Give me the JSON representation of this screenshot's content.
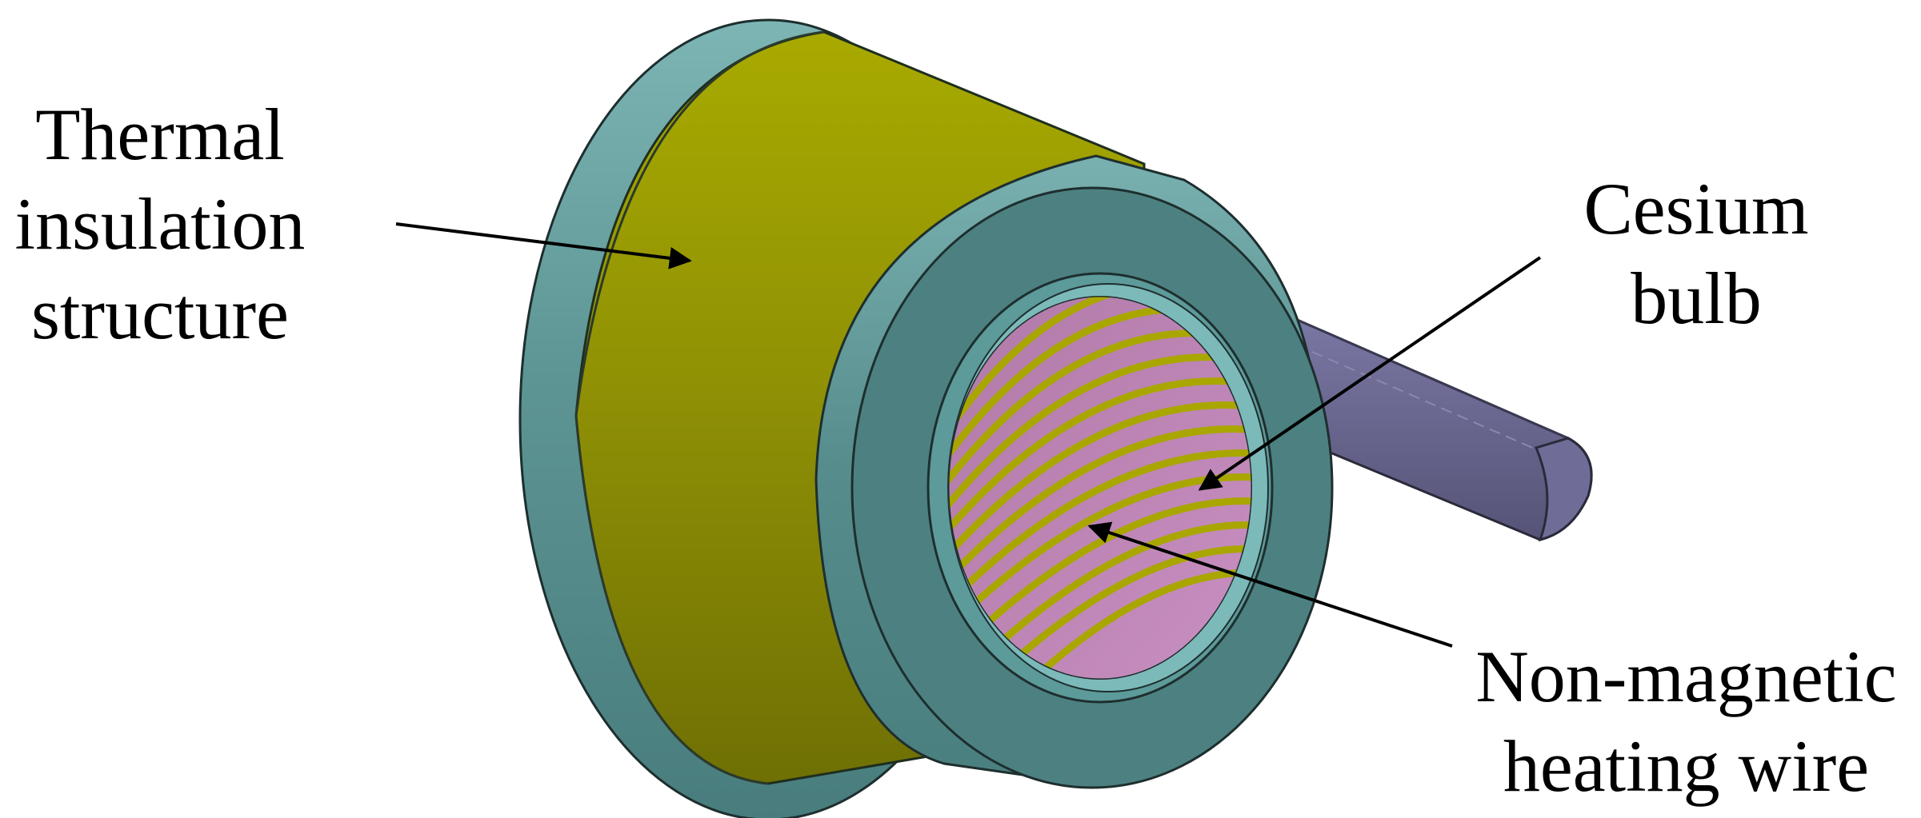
{
  "labels": {
    "thermal_insulation": {
      "line1": "Thermal",
      "line2": "insulation",
      "line3": "structure"
    },
    "cesium_bulb": {
      "line1": "Cesium",
      "line2": "bulb"
    },
    "heating_wire": {
      "line1": "Non-magnetic",
      "line2": "heating wire"
    }
  },
  "colors": {
    "insulation": "#9a9c06",
    "flange": "#4f8585",
    "heating_wire": "#c27ab8",
    "cesium_bulb": "#64628a",
    "arrow": "#000000"
  }
}
